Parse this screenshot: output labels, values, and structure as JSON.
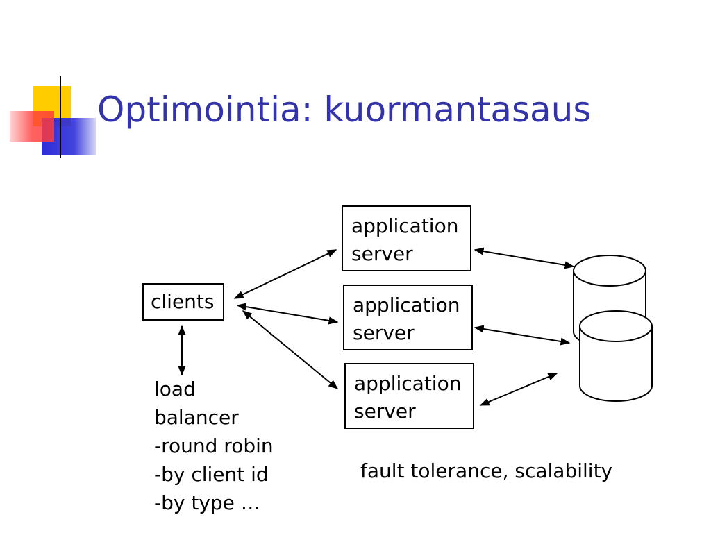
{
  "colors": {
    "title": "#3333aa",
    "accent_yellow": "#ffcc00",
    "accent_red": "#ff3b3b",
    "accent_blue": "#2e2ed8",
    "text": "#000000"
  },
  "slide": {
    "title": "Optimointia: kuormantasaus",
    "clients_label": "clients",
    "servers": [
      {
        "line1": "application",
        "line2": "server"
      },
      {
        "line1": "application",
        "line2": "server"
      },
      {
        "line1": "application",
        "line2": "server"
      }
    ],
    "load_balancer_lines": [
      "load",
      "balancer",
      "-round robin",
      "-by client id",
      "-by type …"
    ],
    "caption": "fault tolerance, scalability",
    "database_icons": [
      "database-cylinder-icon",
      "database-cylinder-icon"
    ]
  }
}
